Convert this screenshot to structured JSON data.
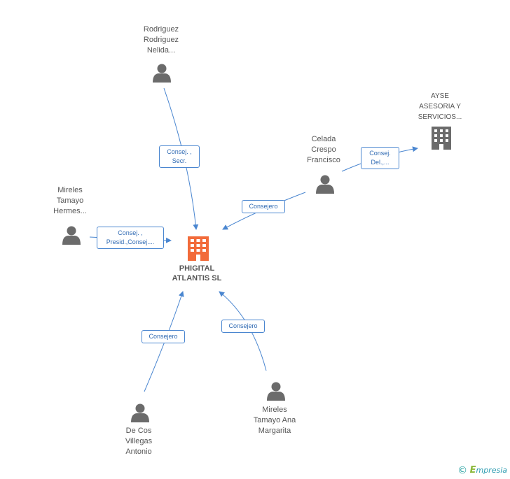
{
  "center": {
    "name_lines": [
      "PHIGITAL",
      "ATLANTIS SL"
    ],
    "icon": "building-icon",
    "color": "#f26b3a"
  },
  "nodes": {
    "rodriguez": {
      "name_lines": [
        "Rodriguez",
        "Rodriguez",
        "Nelida..."
      ],
      "icon": "person-icon"
    },
    "celada": {
      "name_lines": [
        "Celada",
        "Crespo",
        "Francisco"
      ],
      "icon": "person-icon"
    },
    "ayse": {
      "name_lines": [
        "AYSE",
        "ASESORIA Y",
        "SERVICIOS..."
      ],
      "icon": "building-icon"
    },
    "mireles_hermes": {
      "name_lines": [
        "Mireles",
        "Tamayo",
        "Hermes..."
      ],
      "icon": "person-icon"
    },
    "decos": {
      "name_lines": [
        "De Cos",
        "Villegas",
        "Antonio"
      ],
      "icon": "person-icon"
    },
    "mireles_ana": {
      "name_lines": [
        "Mireles",
        "Tamayo Ana",
        "Margarita"
      ],
      "icon": "person-icon"
    }
  },
  "edges": {
    "rodriguez": [
      "Consej. ,",
      "Secr."
    ],
    "celada_center": [
      "Consejero"
    ],
    "celada_ayse": [
      "Consej.",
      "Del.,..."
    ],
    "mireles_hermes": [
      "Consej. ,",
      "Presid.,Consej...."
    ],
    "decos": [
      "Consejero"
    ],
    "mireles_ana": [
      "Consejero"
    ]
  },
  "colors": {
    "edge": "#4a86d0",
    "person": "#6b6b6b",
    "building": "#6b6b6b"
  },
  "footer": {
    "copyright": "©",
    "brand_initial": "E",
    "brand_rest": "mpresia"
  }
}
